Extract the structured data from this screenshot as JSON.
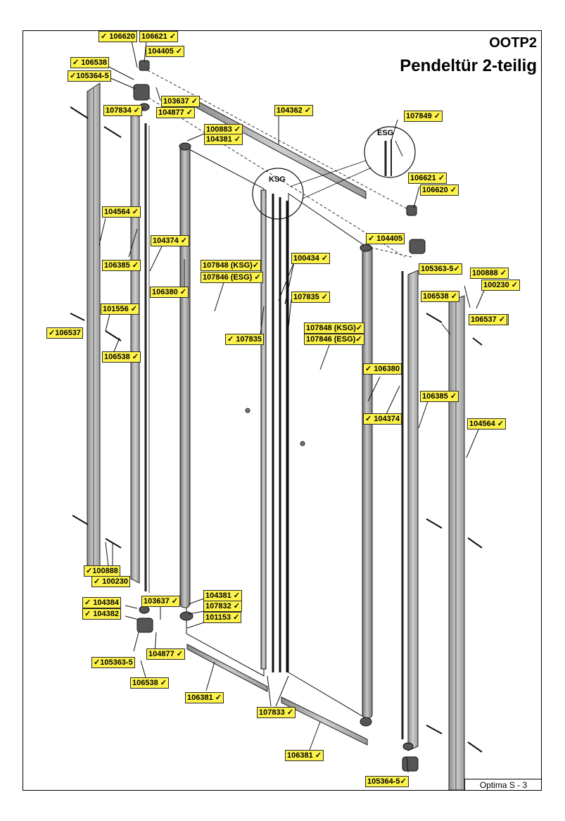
{
  "title": {
    "line1": "OOTP2",
    "line2": "Pendeltür 2-teilig"
  },
  "footer": "Optima S - 3",
  "magnifiers": {
    "esg": "ESG",
    "ksg": "KSG"
  },
  "labels": [
    "✓ 106620",
    "106621 ✓",
    "104405 ✓",
    "✓ 106538",
    "✓105364-5",
    "103637 ✓",
    "107834 ✓",
    "104877 ✓",
    "104362 ✓",
    "100883 ✓",
    "104381 ✓",
    "107849 ✓",
    "106621 ✓",
    "106620 ✓",
    "104564 ✓",
    "104374 ✓",
    "✓ 104405",
    "106385 ✓",
    "107848 (KSG)✓",
    "107846 (ESG) ✓",
    "100434 ✓",
    "105363-5✓",
    "100888 ✓",
    "100230 ✓",
    "106380 ✓",
    "107835 ✓",
    "106538 ✓",
    "101556 ✓",
    "106537 ✓",
    "✓106537",
    "✓ 107835",
    "107848 (KSG)✓",
    "107846 (ESG)✓",
    "101556 ✓",
    "106538 ✓",
    "✓ 106380",
    "106385 ✓",
    "✓ 104374",
    "104564 ✓",
    "✓100888",
    "✓ 100230",
    "✓ 104384",
    "✓ 104382",
    "103637 ✓",
    "104381 ✓",
    "107832 ✓",
    "101153 ✓",
    "104877 ✓",
    "✓105363-5",
    "106538 ✓",
    "106381 ✓",
    "107833 ✓",
    "106381 ✓",
    "105364-5✓"
  ]
}
